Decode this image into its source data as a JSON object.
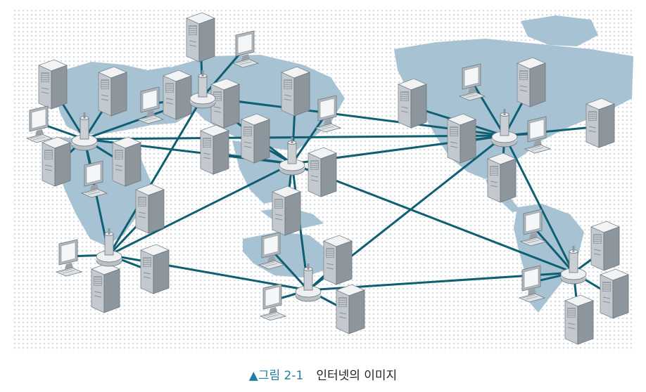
{
  "caption": {
    "number": "▲그림 2-1",
    "text": "인터넷의 이미지"
  },
  "colors": {
    "background": "#ffffff",
    "dot_pattern": "#d9dde0",
    "continent": "#a7c3d3",
    "link": "#0f5f72",
    "device_light": "#e9ecef",
    "device_mid": "#b9c0c6",
    "device_dark": "#6d767d",
    "caption_accent": "#1c7fa3"
  },
  "icons": [
    "server-tower-icon",
    "desktop-computer-icon",
    "router-hub-icon",
    "world-map-background"
  ]
}
